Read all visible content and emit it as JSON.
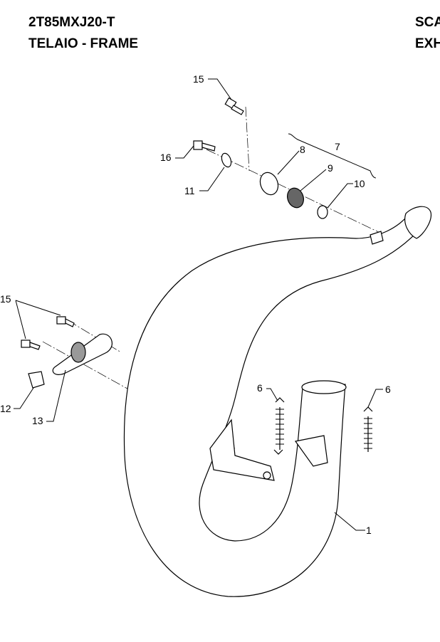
{
  "header": {
    "model_code": "2T85MXJ20-T",
    "group_title": "TELAIO - FRAME",
    "right_line1": "SCA",
    "right_line2": "EXH"
  },
  "callouts": {
    "c15_top": "15",
    "c16": "16",
    "c11": "11",
    "c8": "8",
    "c7": "7",
    "c9": "9",
    "c10": "10",
    "c15_left": "15",
    "c12": "12",
    "c13": "13",
    "c6_left": "6",
    "c6_right": "6",
    "c1": "1"
  }
}
